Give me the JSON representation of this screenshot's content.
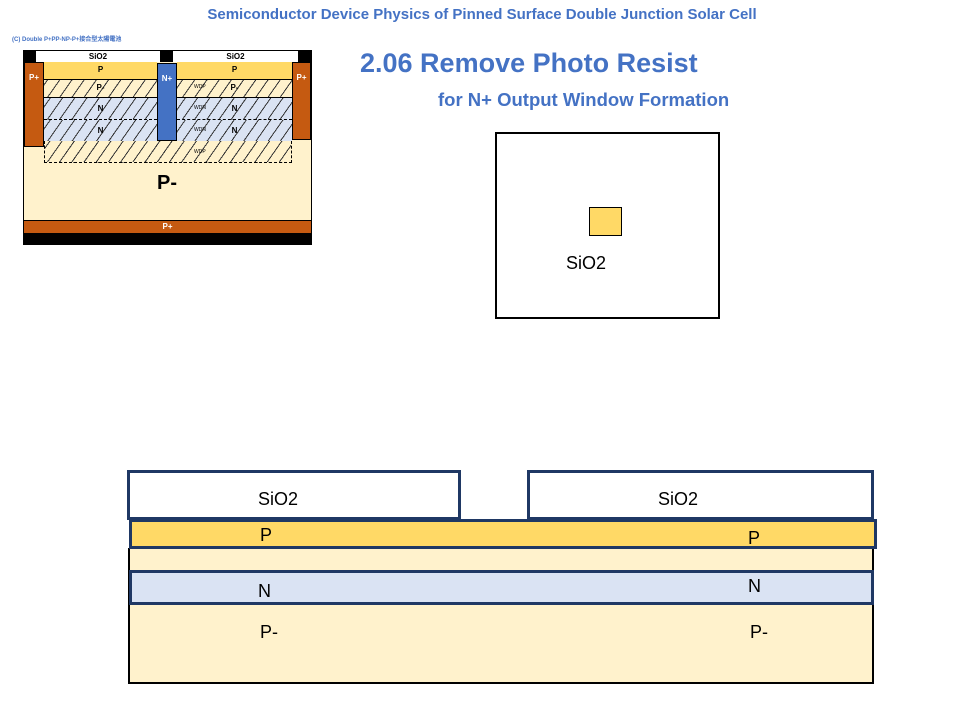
{
  "header": {
    "title": "Semiconductor Device Physics of Pinned Surface Double Junction Solar Cell",
    "step_title": "2.06  Remove Photo Resist",
    "step_subtitle": "for N+ Output Window Formation"
  },
  "thumbnail": {
    "caption": "(C)  Double P+PP-NP-P+接合型太陽電池",
    "sio2_left": "SiO2",
    "sio2_right": "SiO2",
    "p_left": "P",
    "p_right": "P",
    "pplus_left": "P+",
    "pplus_right": "P+",
    "nplus": "N+",
    "pminus_left": "P-",
    "pminus_right": "P-",
    "n1_left": "N",
    "n2_left": "N",
    "n1_right": "N",
    "n2_right": "N",
    "wdp_top": "WDP",
    "wdn_1": "WDN",
    "wdn_2": "WDN",
    "wdp_bottom": "WDP",
    "substrate": "P-",
    "bottom_pplus": "P+"
  },
  "top_view": {
    "label": "SiO2"
  },
  "cross_section": {
    "sio2_left": "SiO2",
    "sio2_right": "SiO2",
    "p_left": "P",
    "p_right": "P",
    "n_left": "N",
    "n_right": "N",
    "pminus_left": "P-",
    "pminus_right": "P-"
  },
  "colors": {
    "title": "#4472c4",
    "p": "#ffd966",
    "pminus": "#fff2cc",
    "n": "#dae3f3",
    "nplus": "#4472c4",
    "pplus": "#c55a11",
    "border": "#1f3864"
  }
}
